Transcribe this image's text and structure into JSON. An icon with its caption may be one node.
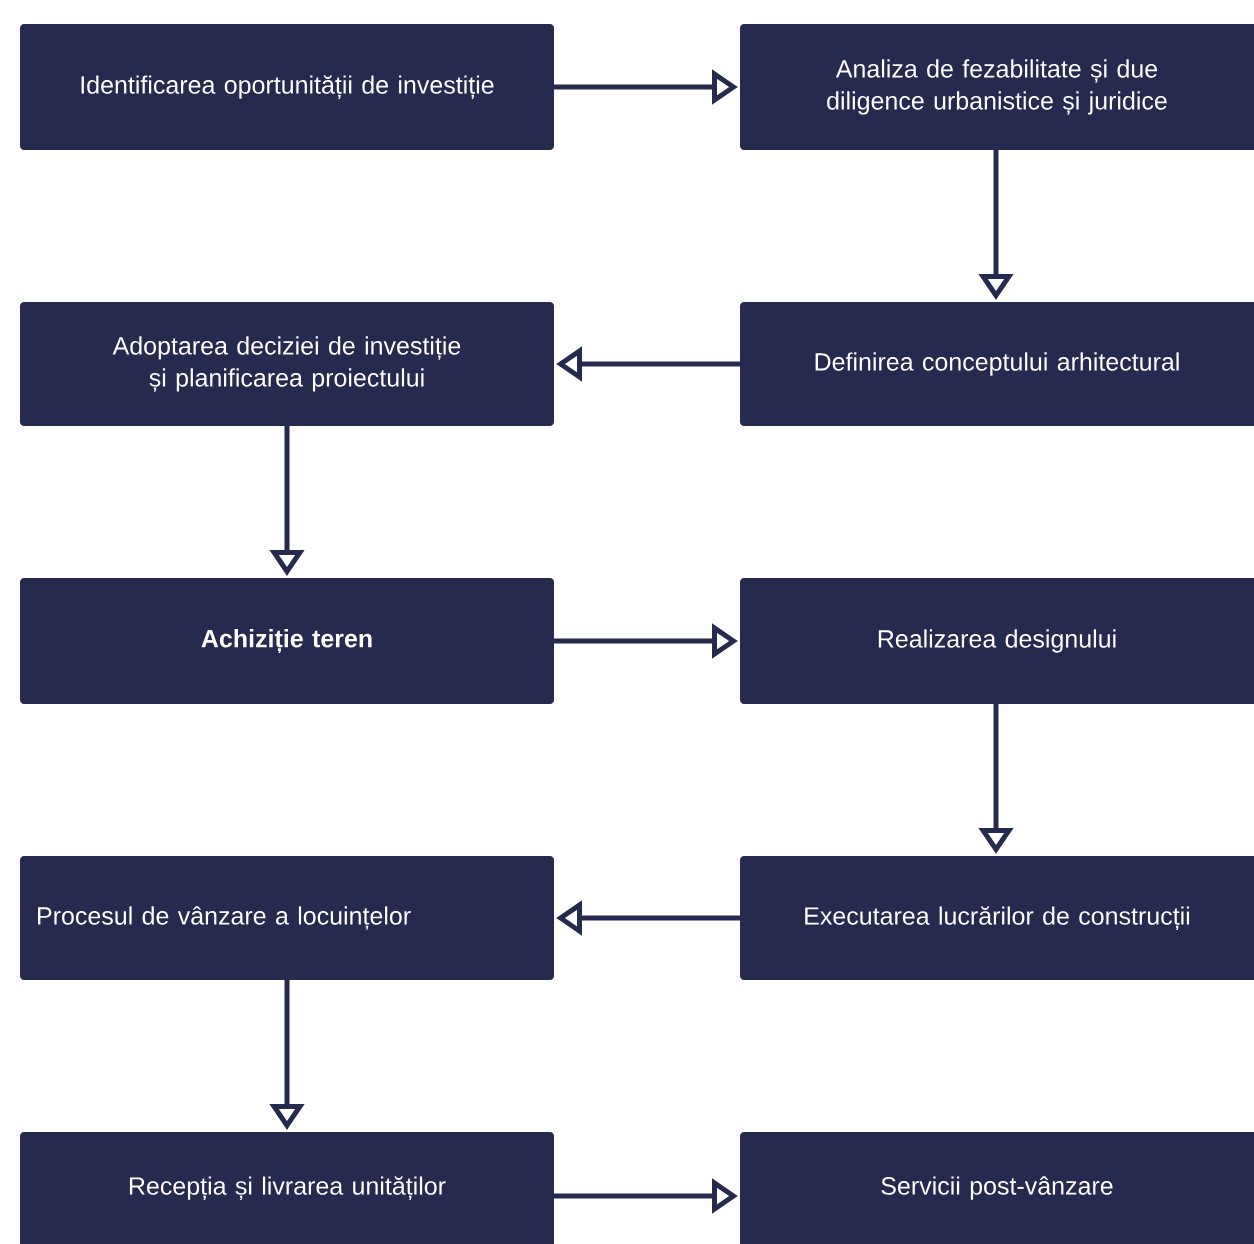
{
  "diagram": {
    "nodes": [
      {
        "text": [
          "Identificarea oportunității de investiție"
        ]
      },
      {
        "text": [
          "Analiza de fezabilitate și due diligence urbanistice și juridice"
        ]
      },
      {
        "text": [
          "Definirea conceptului arhitectural"
        ]
      },
      {
        "text": [
          "Adoptarea deciziei de investiție și planificarea proiectului"
        ]
      },
      {
        "text": [
          "Achiziție teren"
        ]
      },
      {
        "text": [
          "Realizarea designului"
        ]
      },
      {
        "text": [
          "Executarea lucrărilor de construcții"
        ]
      },
      {
        "text": [
          "Procesul de vânzare a locuințelor"
        ]
      },
      {
        "text": [
          "Recepția și livrarea unităților"
        ]
      },
      {
        "text": [
          "Servicii post-vânzare"
        ]
      }
    ],
    "edges": [
      {
        "from": 0,
        "to": 1,
        "arrow": "to"
      },
      {
        "from": 1,
        "to": 2,
        "arrow": "to"
      },
      {
        "from": 2,
        "to": 3,
        "arrow": "to"
      },
      {
        "from": 3,
        "to": 4,
        "arrow": "to"
      },
      {
        "from": 4,
        "to": 5,
        "arrow": "to"
      },
      {
        "from": 5,
        "to": 6,
        "arrow": "to"
      },
      {
        "from": 6,
        "to": 7,
        "arrow": "to"
      },
      {
        "from": 7,
        "to": 8,
        "arrow": "to"
      },
      {
        "from": 8,
        "to": 9,
        "arrow": "to"
      }
    ]
  }
}
